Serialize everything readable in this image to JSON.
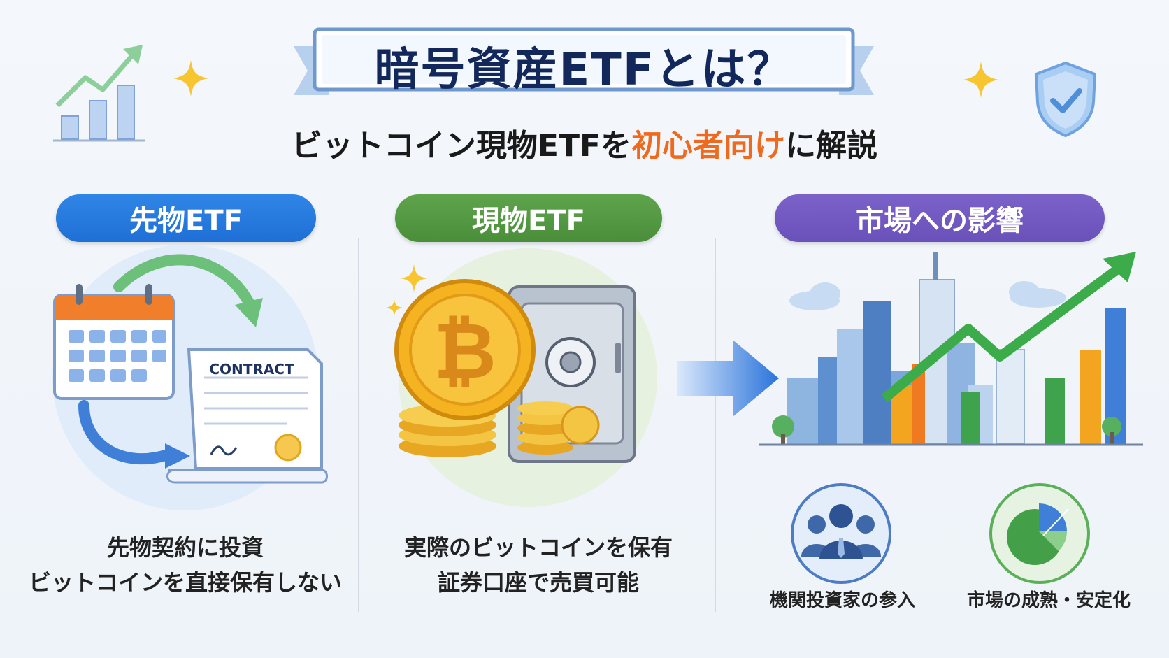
{
  "header": {
    "title": "暗号資産ETFとは？",
    "subtitle_part1": "ビットコイン現物ETFを",
    "subtitle_highlight": "初心者向け",
    "subtitle_part2": "に解説"
  },
  "sections": {
    "futures": {
      "label": "先物ETF",
      "contract_text": "CONTRACT",
      "caption_line1": "先物契約に投資",
      "caption_line2": "ビットコインを直接保有しない"
    },
    "spot": {
      "label": "現物ETF",
      "caption_line1": "実際のビットコインを保有",
      "caption_line2": "証券口座で売買可能"
    },
    "market": {
      "label": "市場への影響",
      "item1": "機関投資家の参入",
      "item2": "市場の成熟・安定化"
    }
  },
  "colors": {
    "accent_orange": "#ee6a1e",
    "title_navy": "#13285a",
    "pill_blue": "#1f6fd6",
    "pill_green": "#4a8e3a",
    "pill_purple": "#6a51b9"
  },
  "icons": [
    "growth-chart-icon",
    "sparkle-icon",
    "shield-check-icon",
    "calendar-icon",
    "contract-icon",
    "bitcoin-coin-icon",
    "safe-icon",
    "arrow-right-icon",
    "city-growth-icon",
    "investors-icon",
    "pie-chart-icon"
  ]
}
